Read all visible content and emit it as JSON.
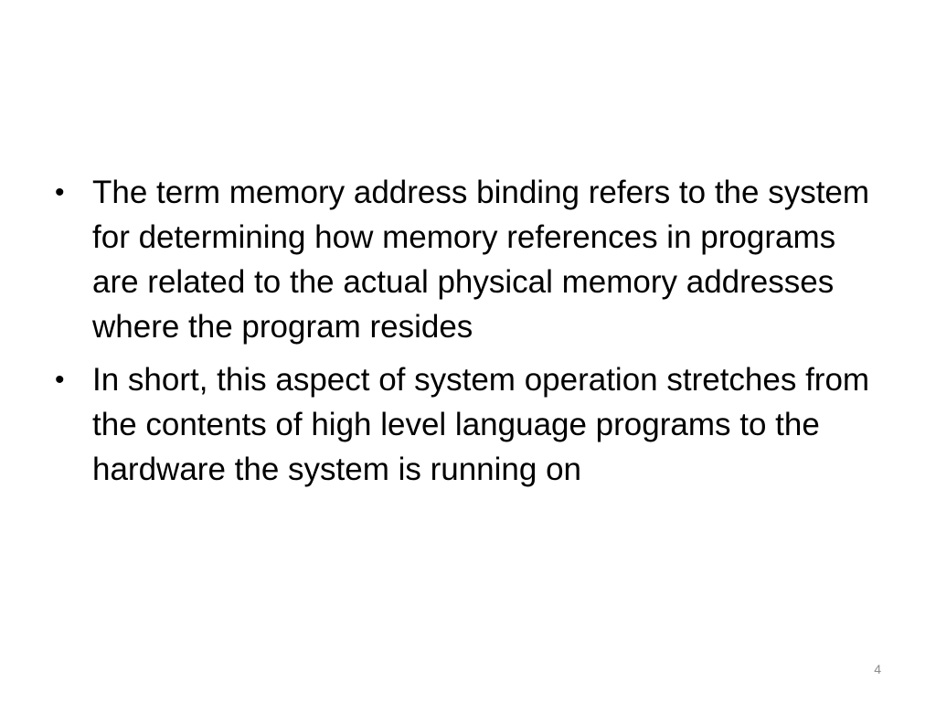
{
  "slide": {
    "bullets": [
      {
        "marker": "•",
        "text": "The term memory address binding refers to the system for determining how memory references in programs are related to the actual physical memory addresses where the program resides"
      },
      {
        "marker": "•",
        "text": "In short, this aspect of system operation stretches from the contents of high level language programs to the hardware the system is running on"
      }
    ],
    "page_number": "4"
  }
}
